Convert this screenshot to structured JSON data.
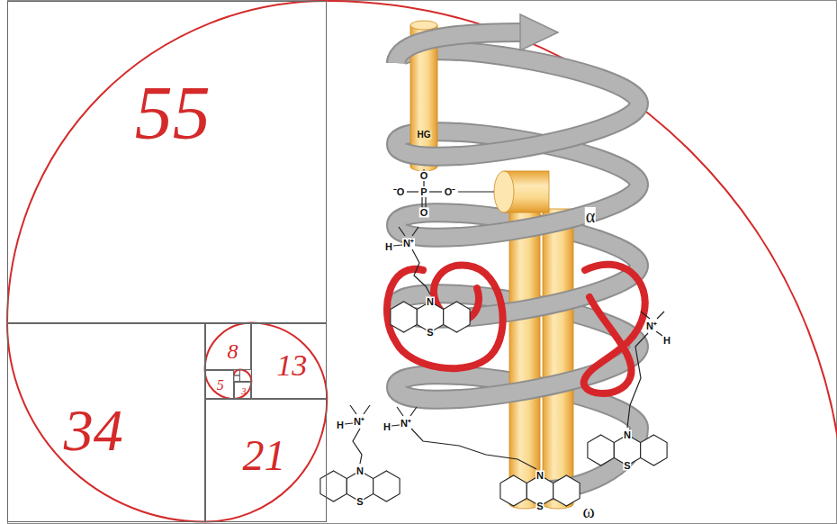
{
  "diagram": {
    "nodes": [
      {
        "text": [
          "55"
        ]
      },
      {
        "text": [
          "34"
        ]
      },
      {
        "text": [
          "8"
        ]
      },
      {
        "text": [
          "13"
        ]
      },
      {
        "text": [
          "5"
        ]
      },
      {
        "text": [
          "3"
        ]
      },
      {
        "text": [
          "21"
        ]
      }
    ],
    "labels": [
      "HG",
      "O",
      "⁻O",
      "P",
      "O⁻",
      "O",
      "α",
      "H",
      "N⁺",
      "N",
      "S",
      "N⁺",
      "H",
      "H",
      "N⁺",
      "H",
      "N⁺",
      "N",
      "S",
      "N",
      "S",
      "N",
      "S",
      "ω"
    ]
  }
}
